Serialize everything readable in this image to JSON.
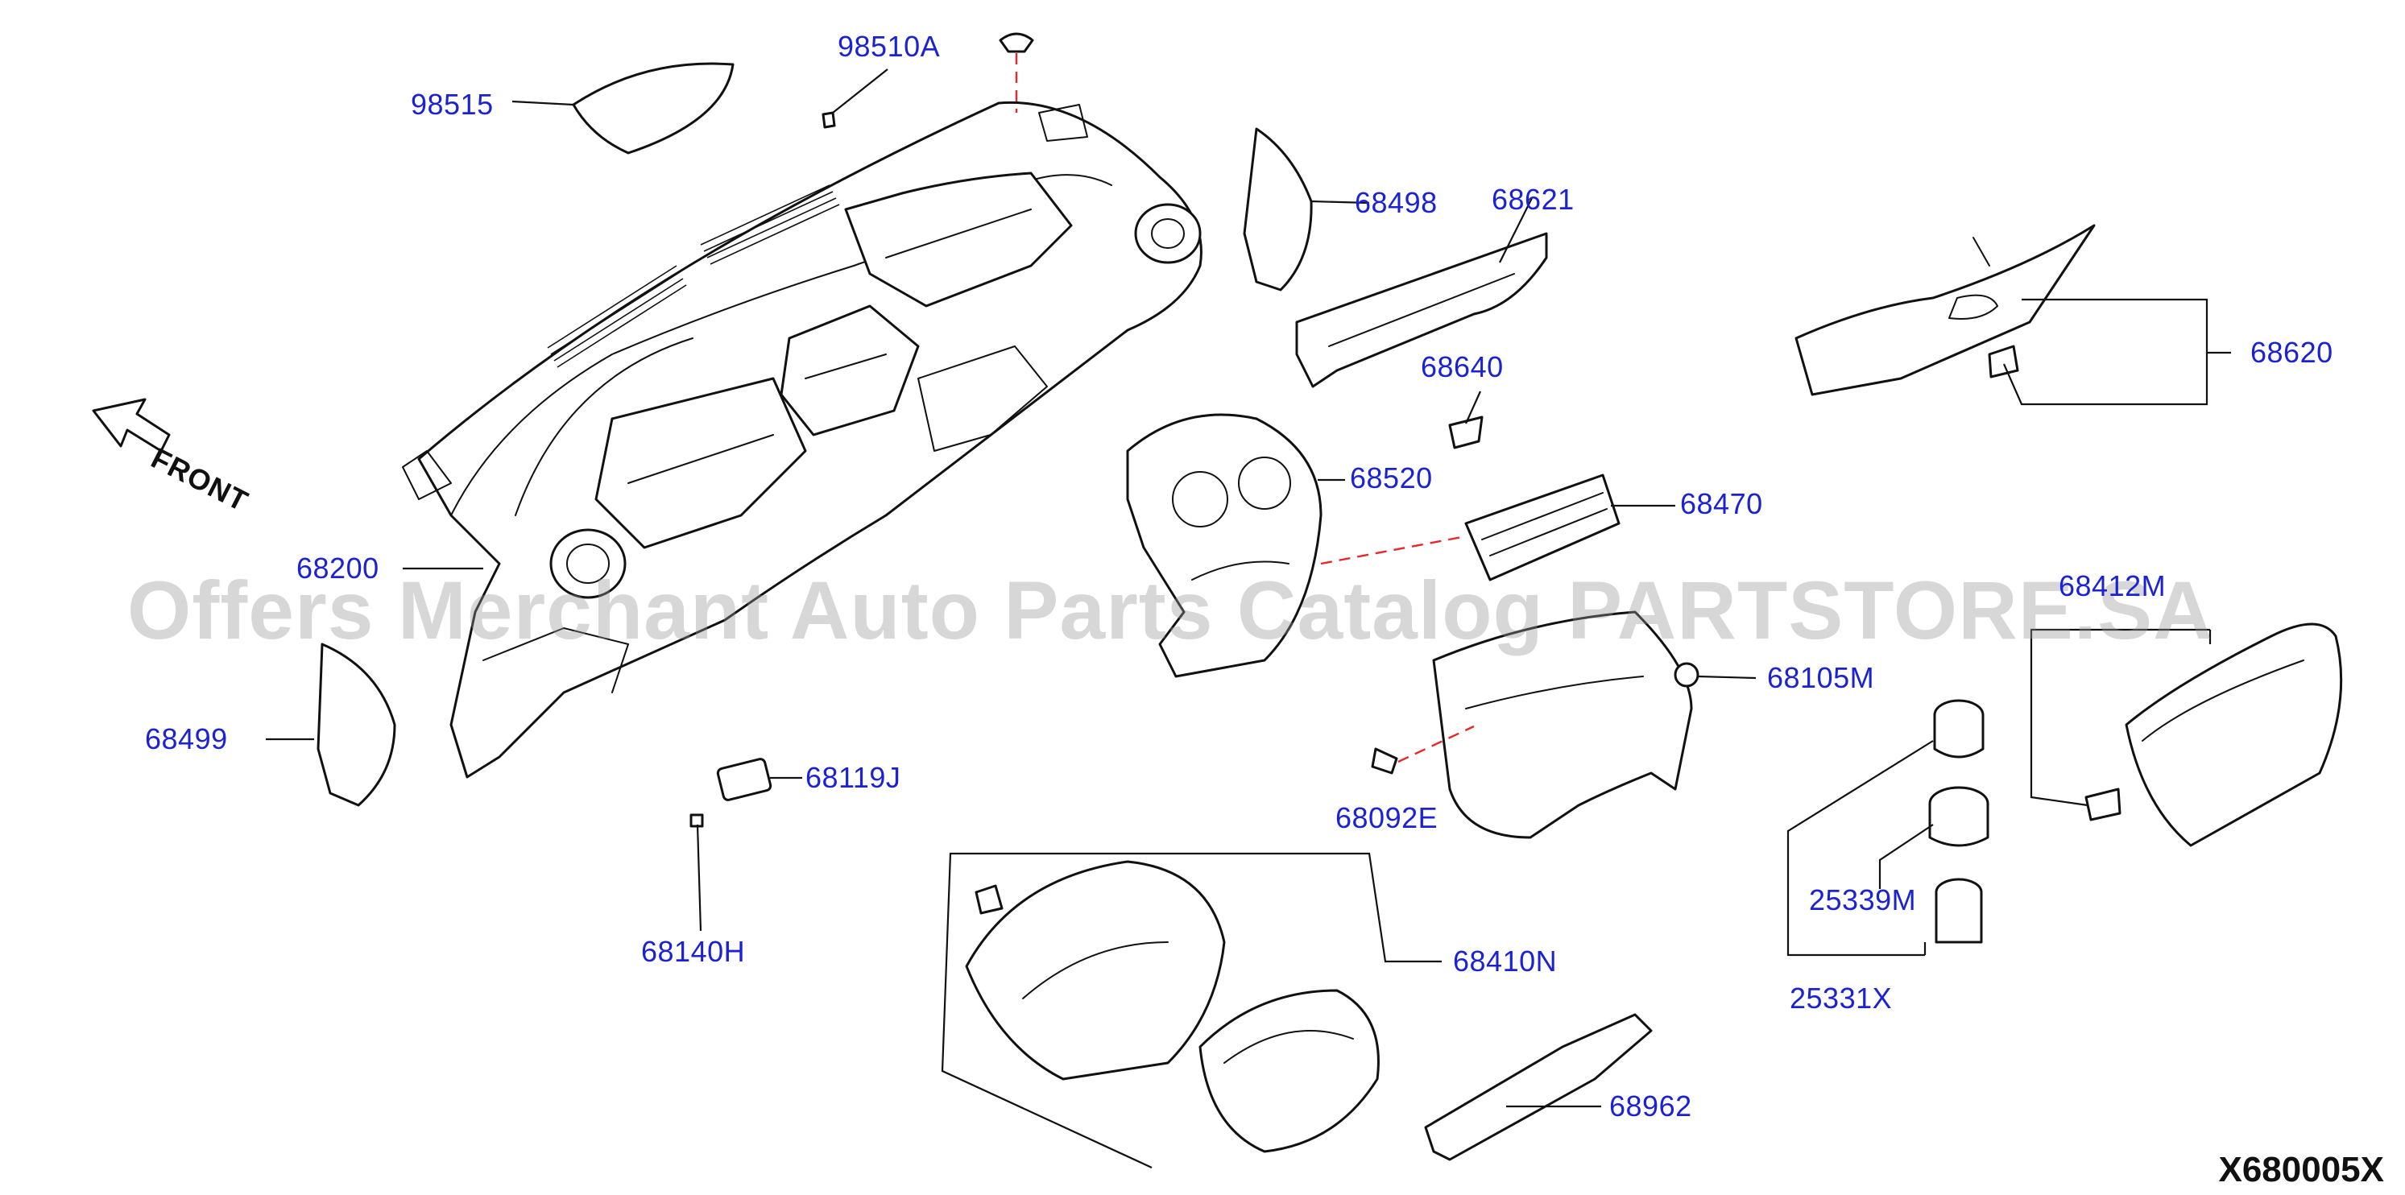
{
  "diagram": {
    "watermark": "Offers Merchant Auto Parts Catalog PARTSTORE.SA",
    "front_label": "FRONT",
    "diagram_code": "X680005X",
    "callouts": {
      "p98510A": "98510A",
      "p98515": "98515",
      "p68498": "68498",
      "p68621": "68621",
      "p68620": "68620",
      "p68640": "68640",
      "p68520": "68520",
      "p68470": "68470",
      "p68200": "68200",
      "p68412M": "68412M",
      "p68499": "68499",
      "p68105M": "68105M",
      "p68119J": "68119J",
      "p68092E": "68092E",
      "p25339M": "25339M",
      "p68140H": "68140H",
      "p68410N": "68410N",
      "p25331X": "25331X",
      "p68962": "68962"
    },
    "colors": {
      "callout_text": "#1b22d6",
      "line_art": "#111111",
      "dashed_leader": "#e8262b",
      "watermark": "#969696"
    }
  }
}
